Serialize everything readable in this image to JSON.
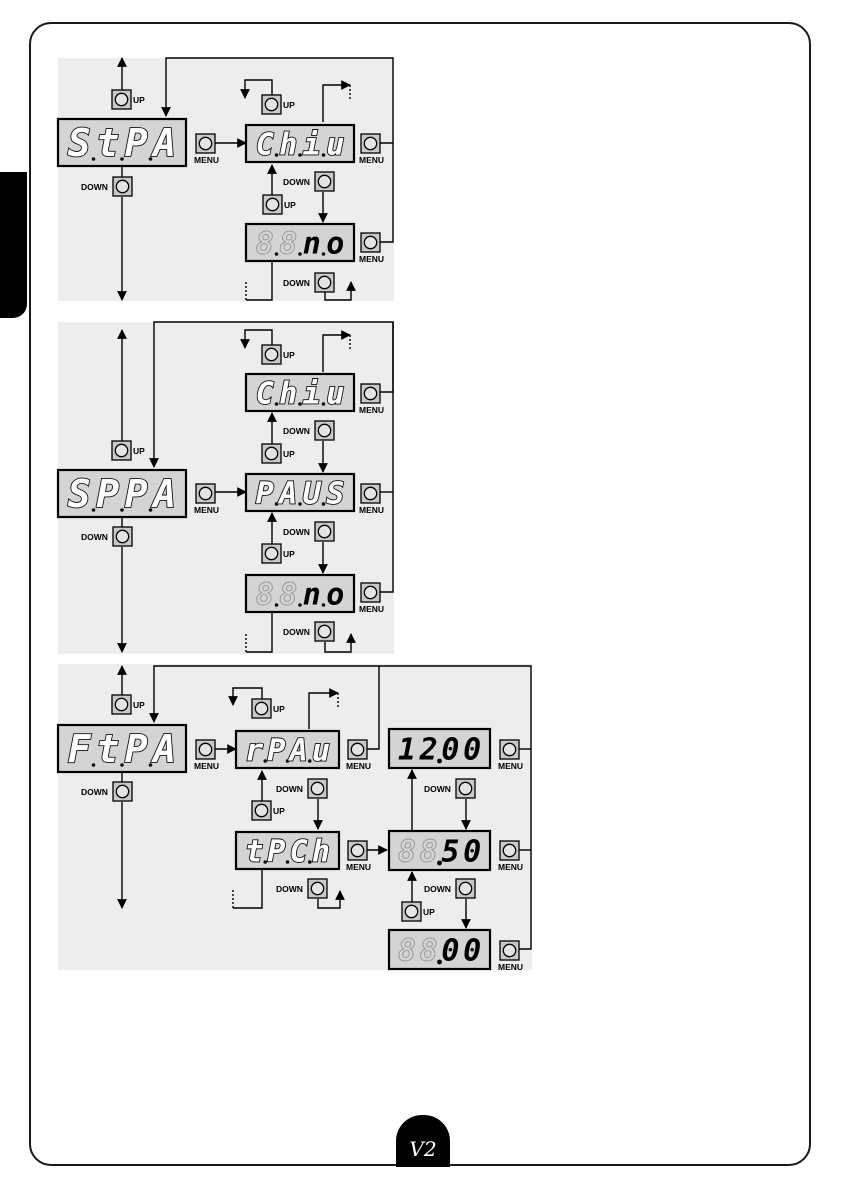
{
  "buttons": {
    "up": "UP",
    "down": "DOWN",
    "menu": "MENU"
  },
  "logo": "V2",
  "displays": [
    {
      "id": "stpa",
      "chars": [
        "S",
        "t",
        "P",
        "A"
      ],
      "dots": true
    },
    {
      "id": "chiu1",
      "chars": [
        "C",
        "h",
        "i",
        "u"
      ],
      "dots": true
    },
    {
      "id": "no1",
      "chars": [
        "8",
        "8",
        "n",
        "o"
      ],
      "ghost": [
        true,
        true,
        false,
        false
      ],
      "dots": true
    },
    {
      "id": "sppa",
      "chars": [
        "S",
        "P",
        "P",
        "A"
      ],
      "dots": true
    },
    {
      "id": "chiu2",
      "chars": [
        "C",
        "h",
        "i",
        "u"
      ],
      "dots": true
    },
    {
      "id": "paus",
      "chars": [
        "P",
        "A",
        "U",
        "S"
      ],
      "dots": true
    },
    {
      "id": "no2",
      "chars": [
        "8",
        "8",
        "n",
        "o"
      ],
      "ghost": [
        true,
        true,
        false,
        false
      ],
      "dots": true
    },
    {
      "id": "ftpa",
      "chars": [
        "F",
        "t",
        "P",
        "A"
      ],
      "dots": true
    },
    {
      "id": "rpau",
      "chars": [
        "r",
        "P",
        "A",
        "u"
      ],
      "dots": true
    },
    {
      "id": "tpch",
      "chars": [
        "t",
        "P",
        "C",
        "h"
      ],
      "dots": true
    },
    {
      "id": "v1200",
      "chars": [
        "1",
        "2",
        "0",
        "0"
      ],
      "dots": false,
      "dp": 2
    },
    {
      "id": "v50",
      "chars": [
        "8",
        "8",
        "5",
        "0"
      ],
      "ghost": [
        true,
        true,
        false,
        false
      ],
      "dots": false,
      "dp": 2
    },
    {
      "id": "v00",
      "chars": [
        "8",
        "8",
        "0",
        "0"
      ],
      "ghost": [
        true,
        true,
        false,
        false
      ],
      "dots": false,
      "dp": 2
    }
  ]
}
